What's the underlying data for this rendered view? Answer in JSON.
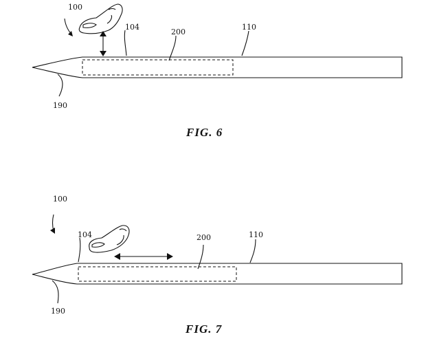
{
  "figures": [
    {
      "caption": "FIG. 6",
      "labels": {
        "device": "100",
        "surface": "104",
        "sensor": "200",
        "body": "110",
        "tip": "190"
      },
      "gesture": "vertical-double-arrow"
    },
    {
      "caption": "FIG. 7",
      "labels": {
        "device": "100",
        "surface": "104",
        "sensor": "200",
        "body": "110",
        "tip": "190"
      },
      "gesture": "horizontal-double-arrow"
    }
  ]
}
